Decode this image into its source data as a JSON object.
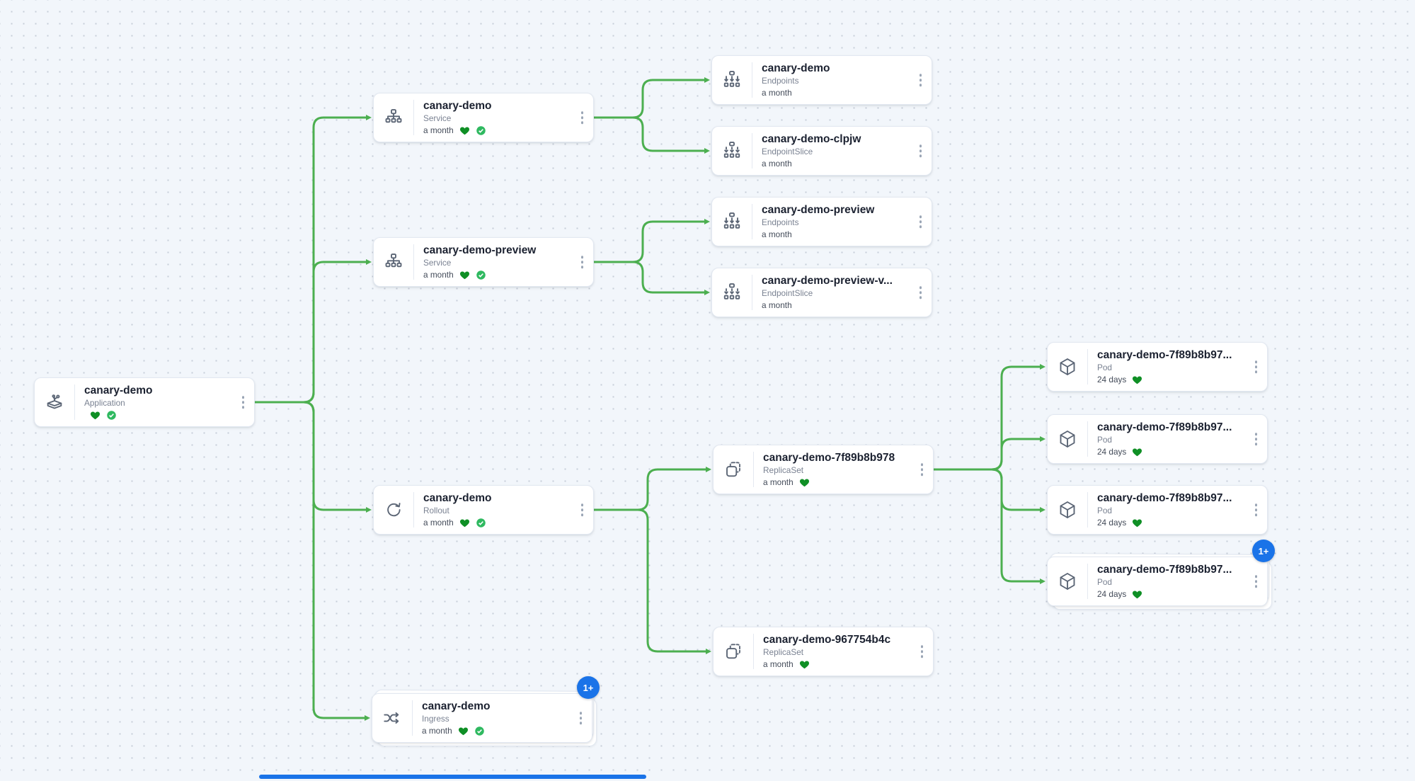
{
  "canvas": {
    "colors": {
      "edge": "#4caf50",
      "badge": "#1a73e8",
      "scrollbar": "#1a73e8",
      "health_heart": "#0f8f25",
      "synced_check": "#2fb960"
    },
    "more_badge_label": "1+"
  },
  "nodes": [
    {
      "id": "app",
      "name": "canary-demo",
      "kind": "Application",
      "age": "",
      "icon": "application-icon",
      "status_icons": [
        "heart-health-icon",
        "synced-check-icon"
      ],
      "badge": null,
      "stacked": false
    },
    {
      "id": "svc",
      "name": "canary-demo",
      "kind": "Service",
      "age": "a month",
      "icon": "service-icon",
      "status_icons": [
        "heart-health-icon",
        "synced-check-icon"
      ],
      "badge": null,
      "stacked": false
    },
    {
      "id": "svc_preview",
      "name": "canary-demo-preview",
      "kind": "Service",
      "age": "a month",
      "icon": "service-icon",
      "status_icons": [
        "heart-health-icon",
        "synced-check-icon"
      ],
      "badge": null,
      "stacked": false
    },
    {
      "id": "rollout",
      "name": "canary-demo",
      "kind": "Rollout",
      "age": "a month",
      "icon": "rollout-icon",
      "status_icons": [
        "heart-health-icon",
        "synced-check-icon"
      ],
      "badge": null,
      "stacked": false
    },
    {
      "id": "ingress",
      "name": "canary-demo",
      "kind": "Ingress",
      "age": "a month",
      "icon": "ingress-icon",
      "status_icons": [
        "heart-health-icon",
        "synced-check-icon"
      ],
      "badge": "1+",
      "stacked": true
    },
    {
      "id": "ep",
      "name": "canary-demo",
      "kind": "Endpoints",
      "age": "a month",
      "icon": "endpoints-icon",
      "status_icons": [],
      "badge": null,
      "stacked": false
    },
    {
      "id": "eps",
      "name": "canary-demo-clpjw",
      "kind": "EndpointSlice",
      "age": "a month",
      "icon": "endpointslice-icon",
      "status_icons": [],
      "badge": null,
      "stacked": false
    },
    {
      "id": "ep_preview",
      "name": "canary-demo-preview",
      "kind": "Endpoints",
      "age": "a month",
      "icon": "endpoints-icon",
      "status_icons": [],
      "badge": null,
      "stacked": false
    },
    {
      "id": "eps_preview",
      "name": "canary-demo-preview-v...",
      "kind": "EndpointSlice",
      "age": "a month",
      "icon": "endpointslice-icon",
      "status_icons": [],
      "badge": null,
      "stacked": false
    },
    {
      "id": "rs1",
      "name": "canary-demo-7f89b8b978",
      "kind": "ReplicaSet",
      "age": "a month",
      "icon": "replicaset-icon",
      "status_icons": [
        "heart-health-icon"
      ],
      "badge": null,
      "stacked": false
    },
    {
      "id": "rs2",
      "name": "canary-demo-967754b4c",
      "kind": "ReplicaSet",
      "age": "a month",
      "icon": "replicaset-icon",
      "status_icons": [
        "heart-health-icon"
      ],
      "badge": null,
      "stacked": false
    },
    {
      "id": "pod1",
      "name": "canary-demo-7f89b8b97...",
      "kind": "Pod",
      "age": "24 days",
      "icon": "pod-icon",
      "status_icons": [
        "heart-health-icon"
      ],
      "badge": null,
      "stacked": false
    },
    {
      "id": "pod2",
      "name": "canary-demo-7f89b8b97...",
      "kind": "Pod",
      "age": "24 days",
      "icon": "pod-icon",
      "status_icons": [
        "heart-health-icon"
      ],
      "badge": null,
      "stacked": false
    },
    {
      "id": "pod3",
      "name": "canary-demo-7f89b8b97...",
      "kind": "Pod",
      "age": "24 days",
      "icon": "pod-icon",
      "status_icons": [
        "heart-health-icon"
      ],
      "badge": null,
      "stacked": false
    },
    {
      "id": "pod4",
      "name": "canary-demo-7f89b8b97...",
      "kind": "Pod",
      "age": "24 days",
      "icon": "pod-icon",
      "status_icons": [
        "heart-health-icon"
      ],
      "badge": "1+",
      "stacked": true
    }
  ]
}
